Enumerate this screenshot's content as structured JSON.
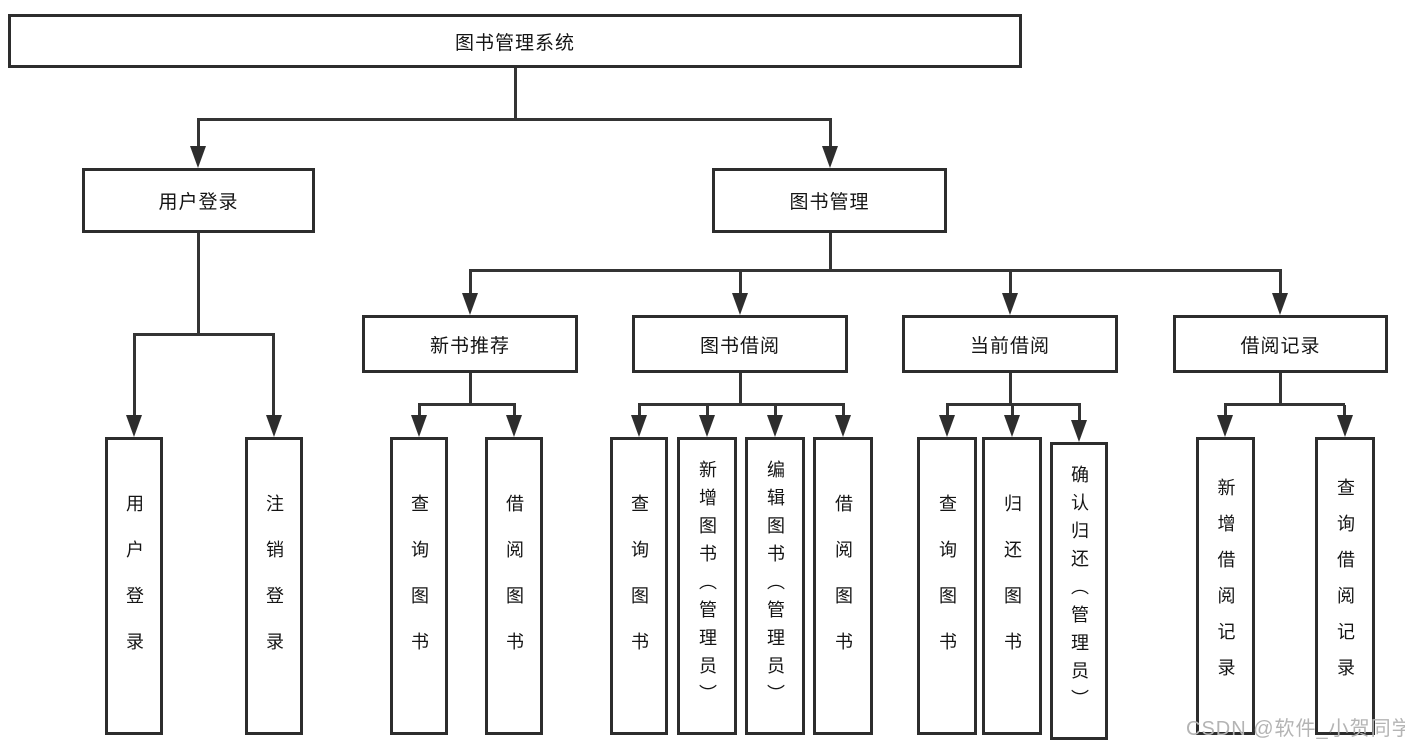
{
  "diagram": {
    "root": {
      "label": "图书管理系统"
    },
    "branches": [
      {
        "label": "用户登录",
        "children": [
          "用户登录",
          "注销登录"
        ]
      },
      {
        "label": "图书管理",
        "sections": [
          {
            "label": "新书推荐",
            "children": [
              "查询图书",
              "借阅图书"
            ]
          },
          {
            "label": "图书借阅",
            "children": [
              "查询图书",
              "新增图书（管理员）",
              "编辑图书（管理员）",
              "借阅图书"
            ]
          },
          {
            "label": "当前借阅",
            "children": [
              "查询图书",
              "归还图书",
              "确认归还（管理员）"
            ]
          },
          {
            "label": "借阅记录",
            "children": [
              "新增借阅记录",
              "查询借阅记录"
            ]
          }
        ]
      }
    ]
  },
  "colors": {
    "line": "#343434",
    "border": "#2d2d2d",
    "text": "#141414",
    "watermark": "#b4b4b4"
  },
  "watermark": "CSDN @软件_小贺同学"
}
